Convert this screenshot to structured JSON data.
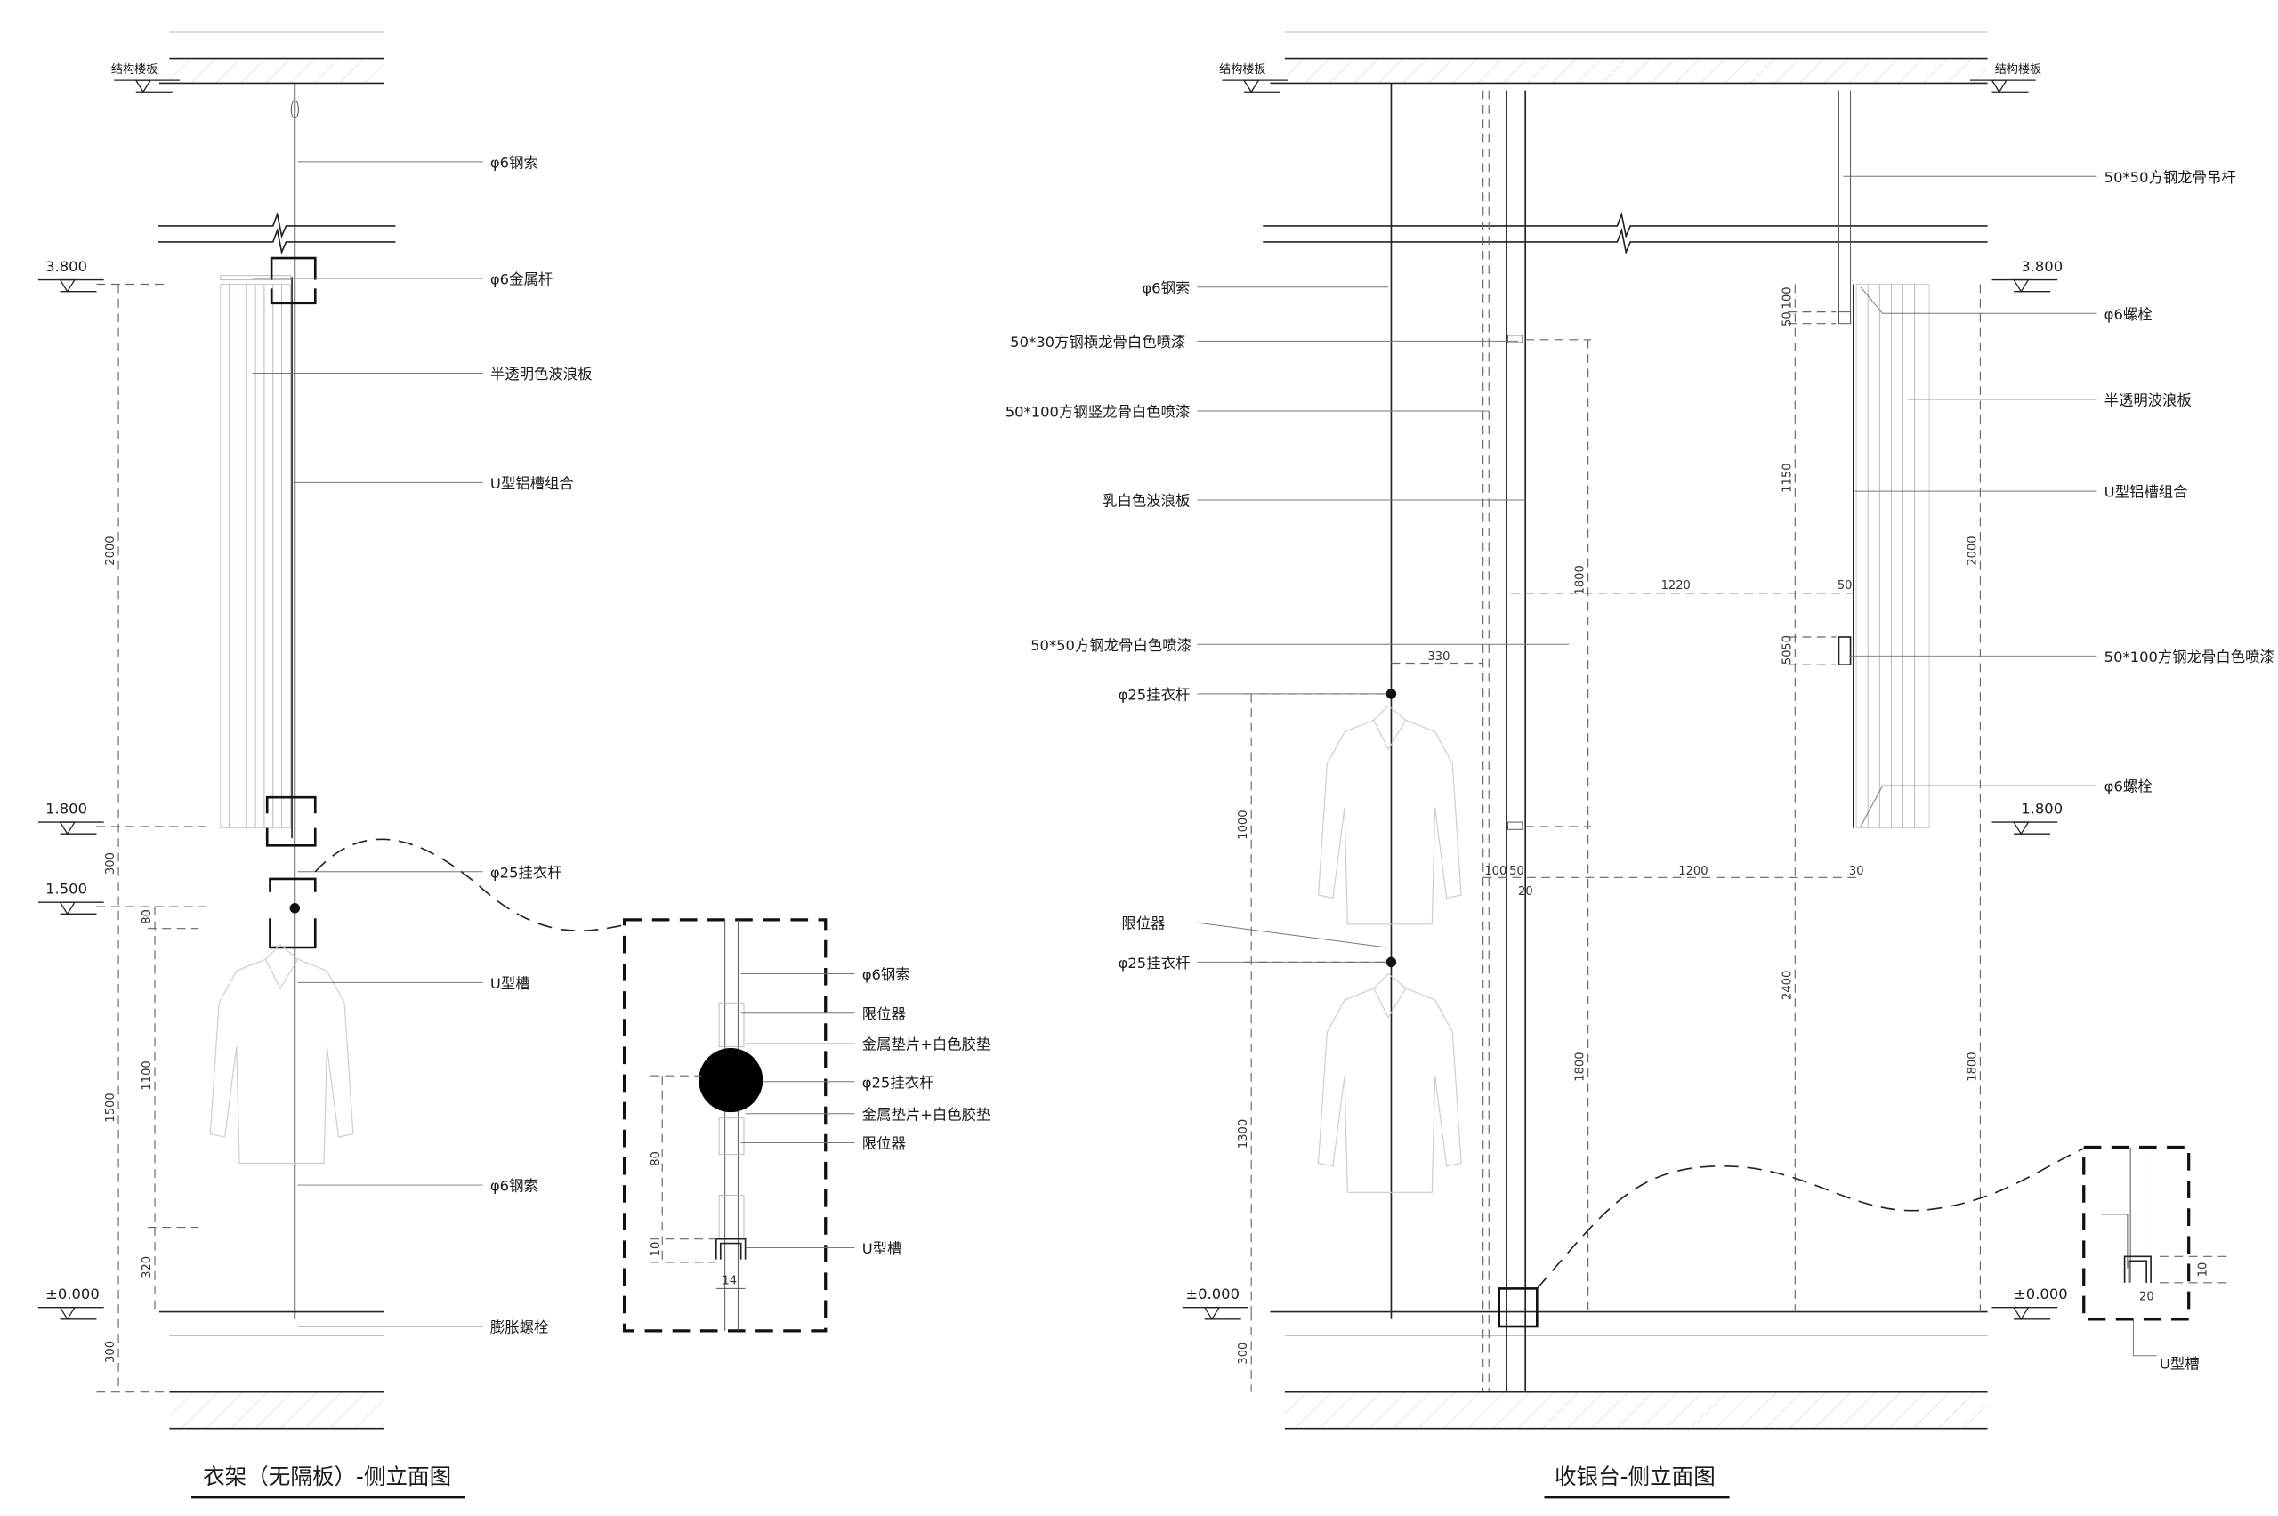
{
  "common": {
    "slab_label": "结构楼板"
  },
  "left": {
    "title": "衣架（无隔板）-侧立面图",
    "levels": [
      "3.800",
      "1.800",
      "1.500",
      "±0.000"
    ],
    "dims_outer": [
      "2000",
      "300",
      "1500",
      "300"
    ],
    "dims_inner": [
      "80",
      "1100",
      "320"
    ],
    "labels": [
      "φ6钢索",
      "φ6金属杆",
      "半透明色波浪板",
      "U型铝槽组合",
      "φ25挂衣杆",
      "U型槽",
      "φ6钢索",
      "膨胀螺栓"
    ],
    "detail": {
      "labels": [
        "φ6钢索",
        "限位器",
        "金属垫片+白色胶垫",
        "φ25挂衣杆",
        "金属垫片+白色胶垫",
        "限位器",
        "U型槽"
      ],
      "dims": [
        "80",
        "10",
        "14"
      ]
    }
  },
  "right": {
    "title": "收银台-侧立面图",
    "levels": [
      "3.800",
      "1.800",
      "±0.000",
      "±0.000"
    ],
    "labels_left": [
      "φ6钢索",
      "50*30方钢横龙骨白色喷漆",
      "50*100方钢竖龙骨白色喷漆",
      "乳白色波浪板",
      "50*50方钢龙骨白色喷漆",
      "φ25挂衣杆",
      "限位器",
      "φ25挂衣杆"
    ],
    "labels_right": [
      "50*50方钢龙骨吊杆",
      "φ6螺栓",
      "半透明波浪板",
      "U型铝槽组合",
      "50*100方钢龙骨白色喷漆",
      "φ6螺栓",
      "U型槽"
    ],
    "dims": {
      "top_h": [
        "1220",
        "50"
      ],
      "bottom_h": [
        "100",
        "50",
        "1200",
        "30",
        "20"
      ],
      "rod_offset": "330",
      "v_1800_upper": "1800",
      "v_hang": [
        "1000",
        "1300"
      ],
      "v_floor": "300",
      "v_right_stack": [
        "100",
        "50",
        "1150",
        "50",
        "50"
      ],
      "v_2400": "2400",
      "v_1800_lower": "1800",
      "v_right": [
        "2000",
        "1800"
      ],
      "detail": [
        "10",
        "20"
      ]
    }
  }
}
